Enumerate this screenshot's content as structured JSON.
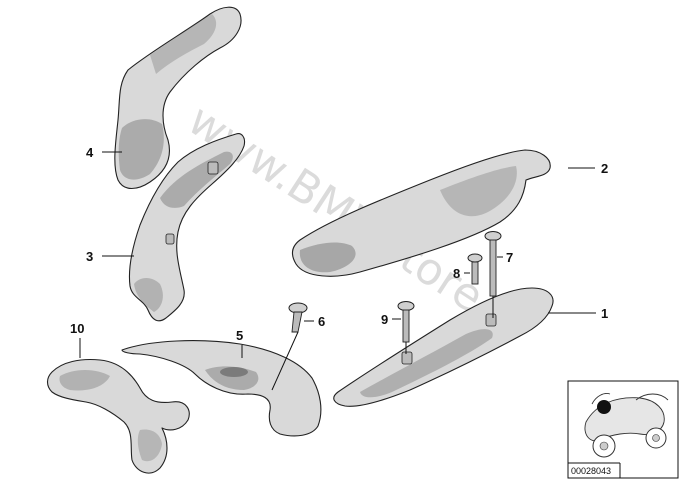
{
  "watermark": "www.BMWstore.pl",
  "reference_number": "00028043",
  "colors": {
    "part_fill": "#d9d9d9",
    "part_dark": "#8c8c8c",
    "line": "#222222",
    "bike_marker": "#111111"
  },
  "callouts": {
    "c1": "1",
    "c2": "2",
    "c3": "3",
    "c4": "4",
    "c5": "5",
    "c6": "6",
    "c7": "7",
    "c8": "8",
    "c9": "9",
    "c10": "10"
  }
}
